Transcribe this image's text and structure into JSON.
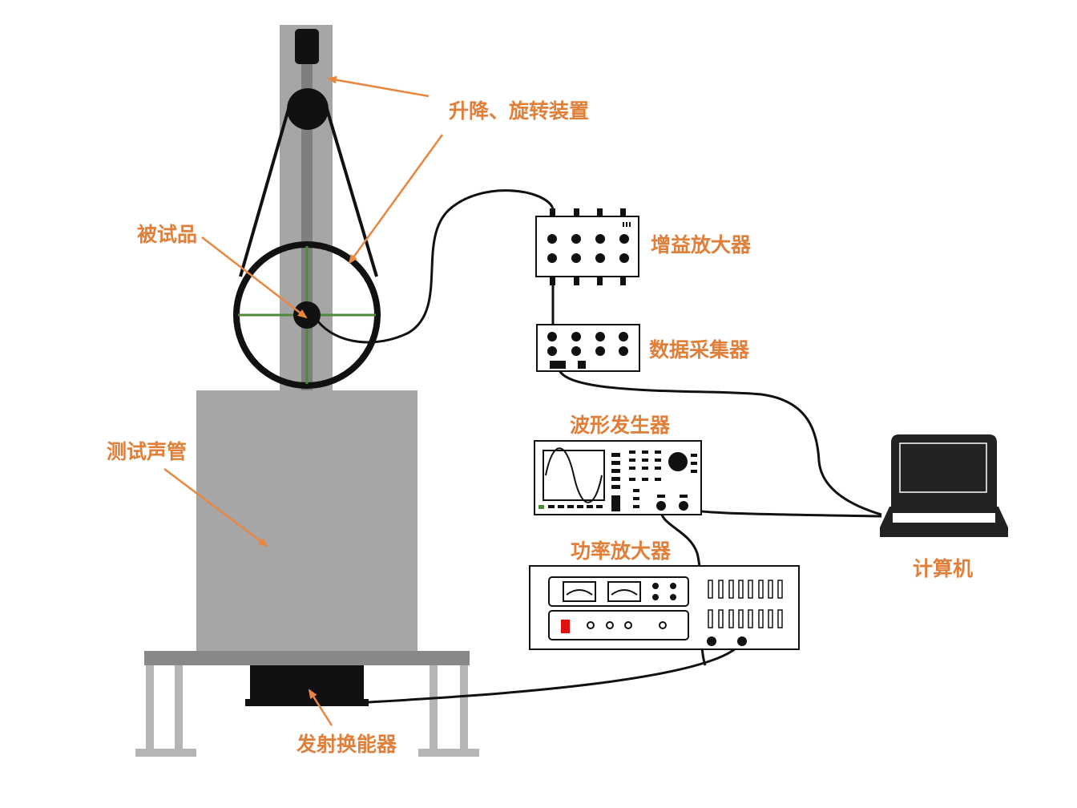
{
  "labels": {
    "lift_rotate": "升降、旋转装置",
    "specimen": "被试品",
    "test_tube": "测试声管",
    "transmit_transducer": "发射换能器",
    "gain_amplifier": "增益放大器",
    "data_acquisition": "数据采集器",
    "waveform_generator": "波形发生器",
    "power_amplifier": "功率放大器",
    "computer": "计算机"
  },
  "colors": {
    "label": "#e07f3a",
    "arrow": "#e8873f",
    "tube_gray": "#a6a6a6",
    "column_gray": "#a6a6a6",
    "rail_gray": "#7f7f7f",
    "table_gray": "#888888",
    "leg_gray": "#b5b5b5",
    "equipment_stroke": "#111111",
    "cross_green": "#4e8a3a",
    "laptop_black": "#222222"
  }
}
